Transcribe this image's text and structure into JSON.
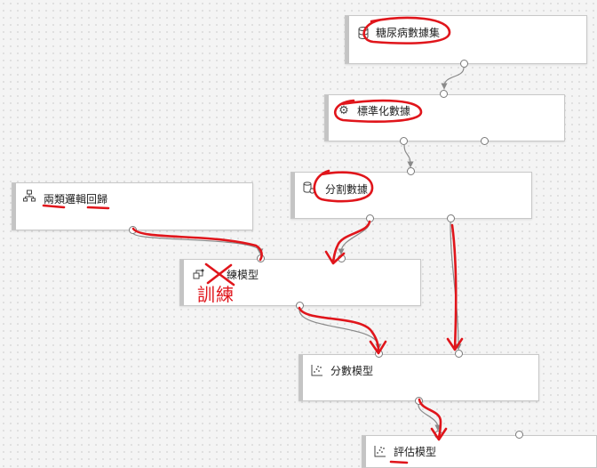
{
  "pipeline": {
    "nodes": [
      {
        "id": "dataset",
        "label": "糖尿病數據集",
        "icon": "database-icon"
      },
      {
        "id": "normalize",
        "label": "標準化數據",
        "icon": "gear-icon"
      },
      {
        "id": "split",
        "label": "分割數據",
        "icon": "split-data-icon"
      },
      {
        "id": "logistic",
        "label": "兩類邏輯回歸",
        "icon": "hierarchy-icon"
      },
      {
        "id": "train",
        "label": "練模型",
        "icon": "train-model-icon"
      },
      {
        "id": "score",
        "label": "分數模型",
        "icon": "scatter-chart-icon"
      },
      {
        "id": "evaluate",
        "label": "評估模型",
        "icon": "scatter-chart-icon"
      }
    ]
  },
  "annotations": {
    "handwritten_text": "訓練",
    "ink_color": "#e0151b"
  }
}
